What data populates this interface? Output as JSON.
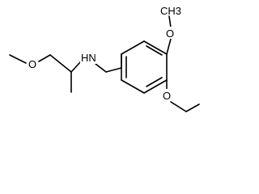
{
  "structure": {
    "labels": {
      "methoxy_top": "O",
      "methoxy_top_methyl": "CH3",
      "ethoxy": "O",
      "amine": "HN",
      "ether_left": "O"
    },
    "colors": {
      "bond": "#000000",
      "background": "#ffffff"
    }
  }
}
